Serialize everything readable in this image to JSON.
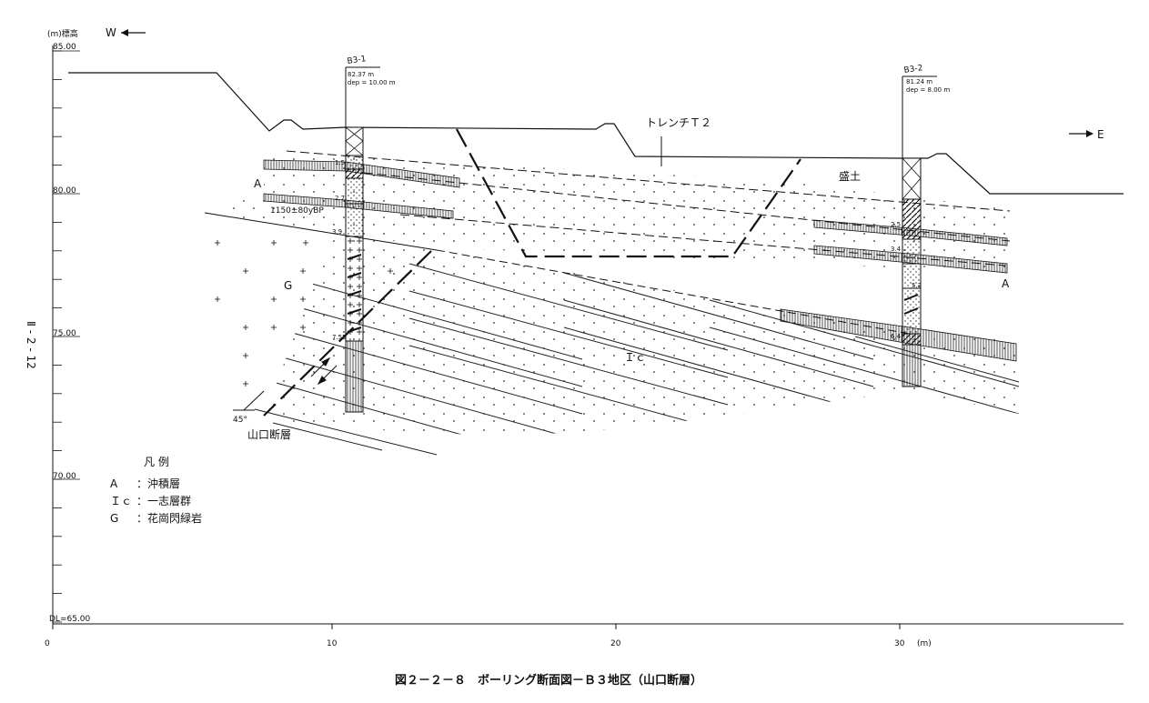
{
  "page": {
    "page_number": "Ⅱ - 2 - 12",
    "caption": "図２－２－８　ボーリング断面図－Ｂ３地区（山口断層）"
  },
  "axes": {
    "y_title": "(m)標高",
    "y_ticks": [
      {
        "value": 85,
        "label": "85.00"
      },
      {
        "value": 80,
        "label": "80.00"
      },
      {
        "value": 75,
        "label": "75.00"
      },
      {
        "value": 70,
        "label": "70.00"
      },
      {
        "value": 65,
        "label": "DL=65.00"
      }
    ],
    "x_ticks": [
      {
        "value": 0,
        "label": "0"
      },
      {
        "value": 10,
        "label": "10"
      },
      {
        "value": 20,
        "label": "20"
      },
      {
        "value": 30,
        "label": "30"
      }
    ],
    "x_unit": "(m)",
    "west": "W",
    "east": "E"
  },
  "boreholes": [
    {
      "name": "B3-1",
      "elevation": "82.37 m",
      "depth": "dep = 10.00 m",
      "layer_marks": [
        "1.5",
        "2.7",
        "3.9",
        "7.55"
      ]
    },
    {
      "name": "B3-2",
      "elevation": "81.24 m",
      "depth": "dep = 8.00 m",
      "layer_marks": [
        "2.5",
        "3.4",
        "5.2",
        "6.4"
      ]
    }
  ],
  "labels": {
    "trench": "トレンチＴ２",
    "fill": "盛土",
    "A_left": "A",
    "A_right": "A",
    "G": "G",
    "Ic": "Ｉｃ",
    "date": "1150±80yBP",
    "angle": "45°",
    "fault": "山口断層"
  },
  "legend": {
    "title": "凡 例",
    "items": [
      {
        "key": "A",
        "text": "：沖積層"
      },
      {
        "key": "Ｉｃ",
        "text": "：一志層群"
      },
      {
        "key": "G",
        "text": "：花崗閃緑岩"
      }
    ]
  }
}
